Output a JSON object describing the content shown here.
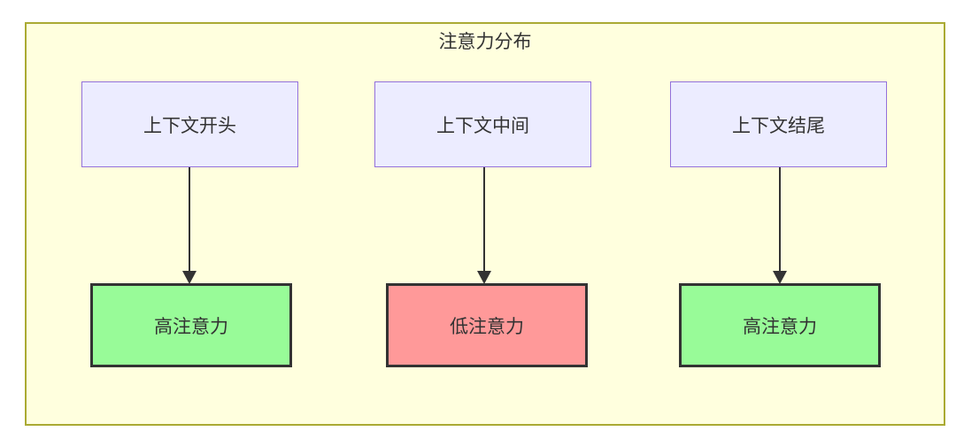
{
  "diagram": {
    "title": "注意力分布",
    "colors": {
      "container_bg": "#ffffde",
      "container_border": "#aaaa33",
      "source_bg": "#ececff",
      "source_border": "#9370db",
      "high_attention_bg": "#98fb98",
      "low_attention_bg": "#ff9999",
      "result_border": "#333333",
      "arrow": "#333333",
      "text": "#333333"
    },
    "columns": [
      {
        "source": "上下文开头",
        "result": "高注意力",
        "level": "high"
      },
      {
        "source": "上下文中间",
        "result": "低注意力",
        "level": "low"
      },
      {
        "source": "上下文结尾",
        "result": "高注意力",
        "level": "high"
      }
    ]
  }
}
